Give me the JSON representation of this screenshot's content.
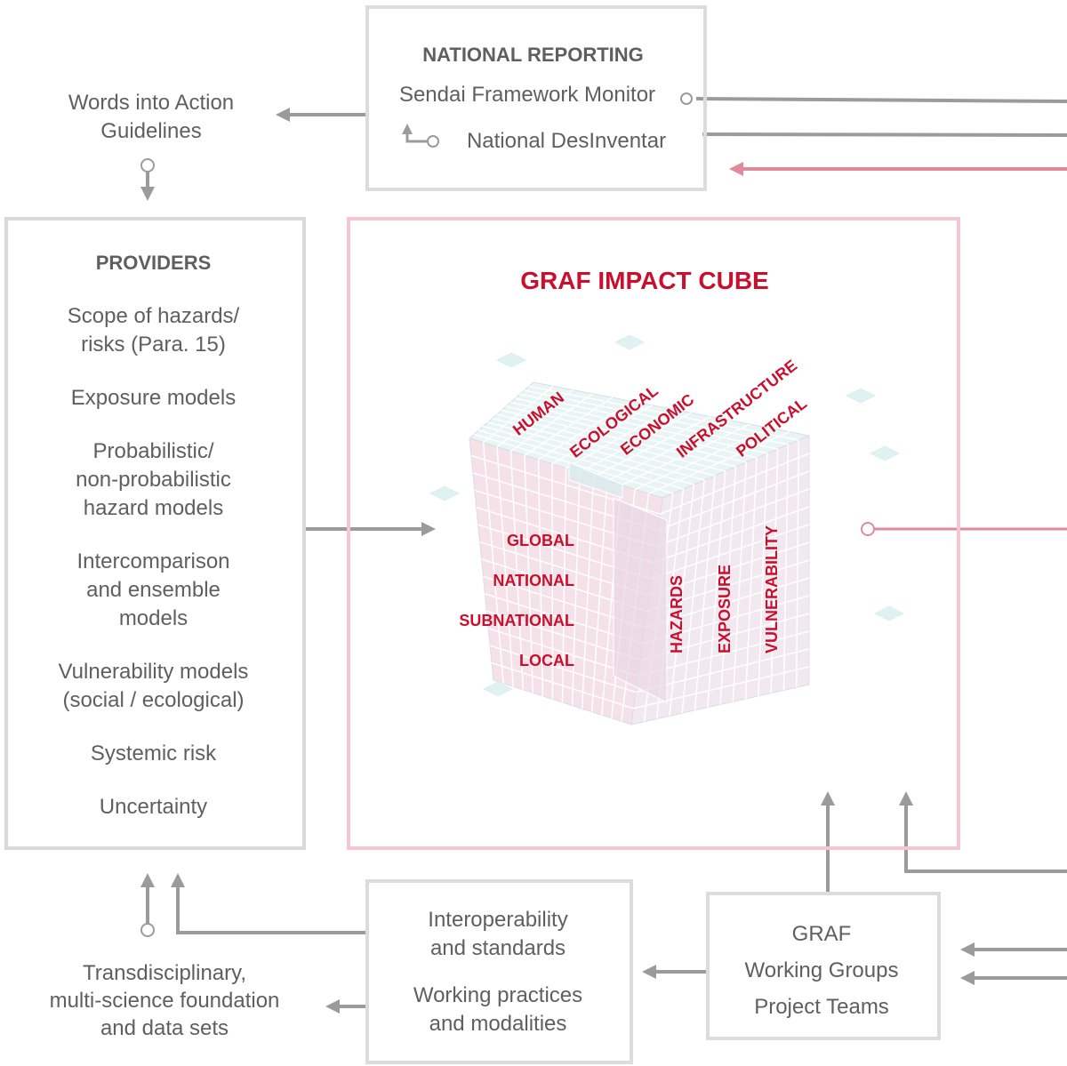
{
  "national_reporting": {
    "title": "NATIONAL REPORTING",
    "items": [
      "Sendai Framework Monitor",
      "National DesInventar"
    ]
  },
  "words_into_action": {
    "line1": "Words into Action",
    "line2": "Guidelines"
  },
  "providers": {
    "title": "PROVIDERS",
    "items": [
      [
        "Scope of hazards/",
        "risks (Para. 15)"
      ],
      [
        "Exposure models"
      ],
      [
        "Probabilistic/",
        "non-probabilistic",
        "hazard models"
      ],
      [
        "Intercomparison",
        "and ensemble",
        "models"
      ],
      [
        "Vulnerability models",
        "(social / ecological)"
      ],
      [
        "Systemic risk"
      ],
      [
        "Uncertainty"
      ]
    ]
  },
  "cube": {
    "title": "GRAF IMPACT CUBE",
    "top_labels": [
      "HUMAN",
      "ECOLOGICAL",
      "ECONOMIC",
      "INFRASTRUCTURE",
      "POLITICAL"
    ],
    "scale_labels": [
      "GLOBAL",
      "NATIONAL",
      "SUBNATIONAL",
      "LOCAL"
    ],
    "side_labels": [
      "HAZARDS",
      "EXPOSURE",
      "VULNERABILITY"
    ]
  },
  "interoperability": {
    "items": [
      [
        "Interoperability",
        "and standards"
      ],
      [
        "Working practices",
        "and modalities"
      ]
    ]
  },
  "graf_groups": {
    "lines": [
      "GRAF",
      "Working Groups",
      "Project Teams"
    ]
  },
  "transdisciplinary": {
    "lines": [
      "Transdisciplinary,",
      "multi-science foundation",
      "and data sets"
    ]
  },
  "colors": {
    "grey_line": "#9b9b9b",
    "pink_line": "#e08a9c",
    "accent": "#c8102e",
    "box_border": "#d9d9d9",
    "cube_border": "#f0c4cd"
  }
}
